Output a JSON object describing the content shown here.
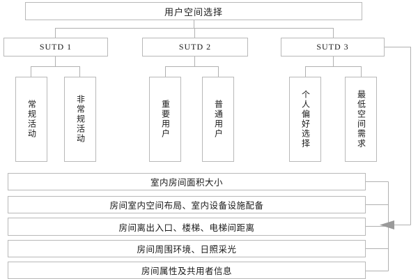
{
  "diagram": {
    "title_box": {
      "label": "用户空间选择"
    },
    "level_two": [
      {
        "id": "sutd-1",
        "label": "SUTD 1"
      },
      {
        "id": "sutd-2",
        "label": "SUTD 2"
      },
      {
        "id": "sutd-3",
        "label": "SUTD 3"
      }
    ],
    "level_three": [
      {
        "id": "vert-1",
        "label": "常规活动",
        "parent": "SUTD 1"
      },
      {
        "id": "vert-2",
        "label": "非常规活动",
        "parent": "SUTD 1"
      },
      {
        "id": "vert-3",
        "label": "重要用户",
        "parent": "SUTD 2"
      },
      {
        "id": "vert-4",
        "label": "普通用户",
        "parent": "SUTD 2"
      },
      {
        "id": "vert-5",
        "label": "个人偏好选择",
        "parent": "SUTD 3"
      },
      {
        "id": "vert-6",
        "label": "最低空间需求",
        "parent": "SUTD 3"
      }
    ],
    "attributes": [
      {
        "id": "attr-0",
        "label": "室内房间面积大小"
      },
      {
        "id": "attr-1",
        "label": "房间室内空间布局、室内设备设施配备"
      },
      {
        "id": "attr-2",
        "label": "房间离出入口、楼梯、电梯间距离"
      },
      {
        "id": "attr-3",
        "label": "房间周围环境、日照采光"
      },
      {
        "id": "attr-4",
        "label": "房间属性及共用者信息"
      }
    ],
    "colors": {
      "box_border": "#b8b8b8",
      "connector": "#b0b0b0",
      "arrow": "#9a9a9a",
      "text": "#1a1a1a",
      "background": "#ffffff"
    }
  }
}
